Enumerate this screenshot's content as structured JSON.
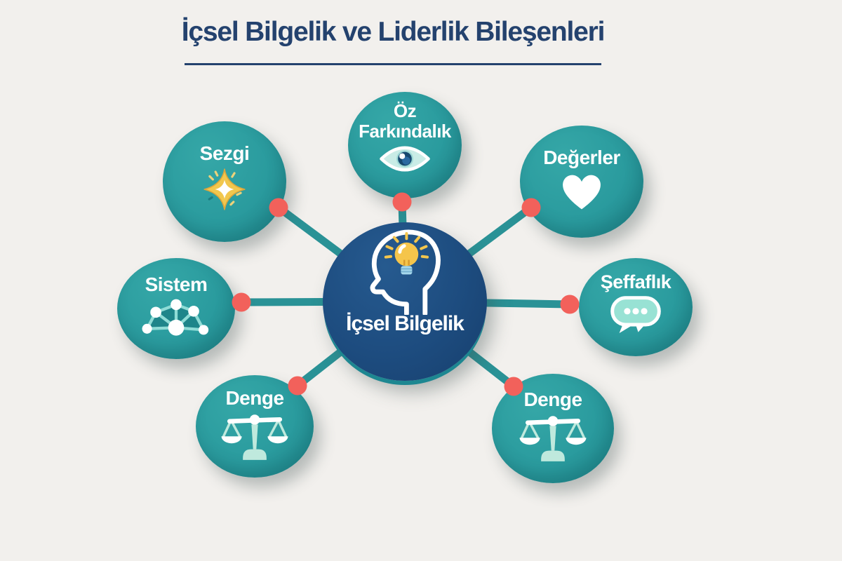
{
  "title": {
    "text": "İçsel Bilgelik ve Liderlik Bileşenleri"
  },
  "center": {
    "label": "İçsel Bilgelik",
    "icon": "head-lightbulb-icon"
  },
  "nodes": [
    {
      "id": "sezgi",
      "label": "Sezgi",
      "icon": "sparkle-icon"
    },
    {
      "id": "oz-farkindalik",
      "label": "Öz Farkındalık",
      "icon": "eye-icon"
    },
    {
      "id": "degerler",
      "label": "Değerler",
      "icon": "heart-icon"
    },
    {
      "id": "sistem",
      "label": "Sistem",
      "icon": "network-icon"
    },
    {
      "id": "seffaflik",
      "label": "Şeffaflık",
      "icon": "speech-bubble-icon"
    },
    {
      "id": "denge-sol",
      "label": "Denge",
      "icon": "scales-icon"
    },
    {
      "id": "denge-sag",
      "label": "Denge",
      "icon": "scales-icon"
    }
  ],
  "colors": {
    "background": "#f2f0ed",
    "title_text": "#24426e",
    "node_teal": "#2a9b9e",
    "hub_navy": "#1d4c7f",
    "connector_line": "#2a9296",
    "connector_dot": "#f2615b",
    "label_text": "#ffffff"
  }
}
